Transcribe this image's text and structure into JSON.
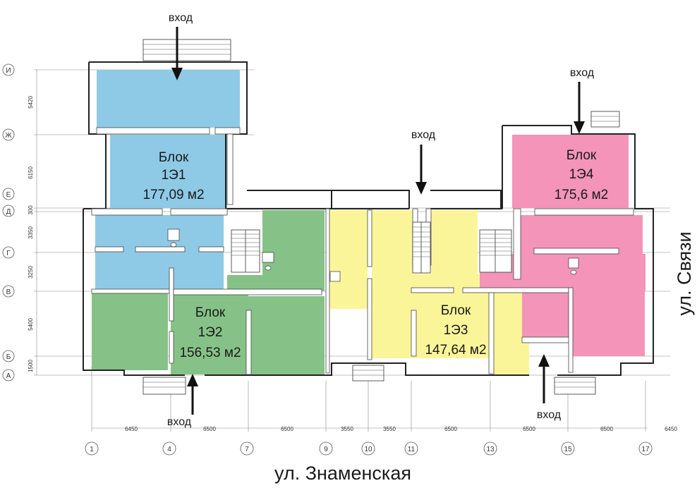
{
  "blocks": [
    {
      "name": "Блок",
      "id": "1Э1",
      "area": "177,09 м2",
      "color": "#8ecae6"
    },
    {
      "name": "Блок",
      "id": "1Э2",
      "area": "156,53 м2",
      "color": "#86c287"
    },
    {
      "name": "Блок",
      "id": "1Э3",
      "area": "147,64 м2",
      "color": "#fbf59a"
    },
    {
      "name": "Блок",
      "id": "1Э4",
      "area": "175,6 м2",
      "color": "#f394b8"
    }
  ],
  "entrance_label": "вход",
  "streets": {
    "bottom": "ул. Знаменская",
    "right": "ул. Связи"
  },
  "row_axes": [
    "И",
    "Ж",
    "Е",
    "Д",
    "Г",
    "В",
    "Б",
    "А"
  ],
  "row_dims": [
    "5420",
    "6150",
    "300",
    "3350",
    "3250",
    "5400",
    "1500"
  ],
  "column_axes": [
    "1",
    "4",
    "7",
    "9",
    "10",
    "11",
    "13",
    "15",
    "17"
  ],
  "column_dims": [
    "6450",
    "6500",
    "6500",
    "3550",
    "3550",
    "6500",
    "6500",
    "6500",
    "6450"
  ]
}
